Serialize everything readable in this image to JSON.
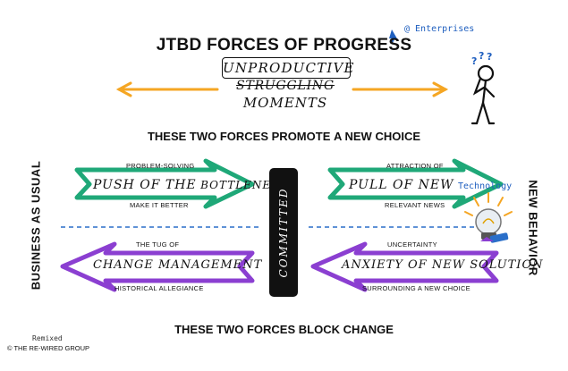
{
  "header": {
    "title": "JTBD FORCES OF PROGRESS",
    "annotation": "@ Enterprises",
    "box_word": "UNPRODUCTIVE",
    "struck_word": "STRUGGLING",
    "moments": "MOMENTS"
  },
  "promote_text": {
    "lead": "THESE TWO FORCES PROMOTE ",
    "bold": "A NEW CHOICE"
  },
  "block_text": {
    "lead": "THESE TWO FORCES ",
    "bold": "BLOCK CHANGE"
  },
  "side_labels": {
    "left": "BUSINESS AS USUAL",
    "right": "NEW BEHAVIOR"
  },
  "committed": "COMMITTED",
  "forces": {
    "push": {
      "top": "PROBLEM-SOLVING",
      "main": "PUSH OF THE",
      "accent": "BOTTLENECK",
      "bottom": "MAKE IT BETTER"
    },
    "pull": {
      "top": "ATTRACTION OF",
      "main": "PULL OF NEW",
      "accent": "Technology",
      "bottom": "RELEVANT NEWS"
    },
    "habit": {
      "top": "THE TUG OF",
      "main": "CHANGE MANAGEMENT",
      "bottom": "HISTORICAL ALLEGIANCE"
    },
    "anxiety": {
      "top": "UNCERTAINTY",
      "main": "ANXIETY OF NEW SOLUTION",
      "bottom": "SURROUNDING A NEW CHOICE"
    }
  },
  "footer": {
    "remixed": "Remixed",
    "copyright": "© THE RE-WIRED GROUP"
  },
  "colors": {
    "green": "#1fa878",
    "purple": "#8b3fd1",
    "orange": "#f5a623",
    "blue": "#1f5fbf",
    "dashed": "#2a6fc9"
  }
}
